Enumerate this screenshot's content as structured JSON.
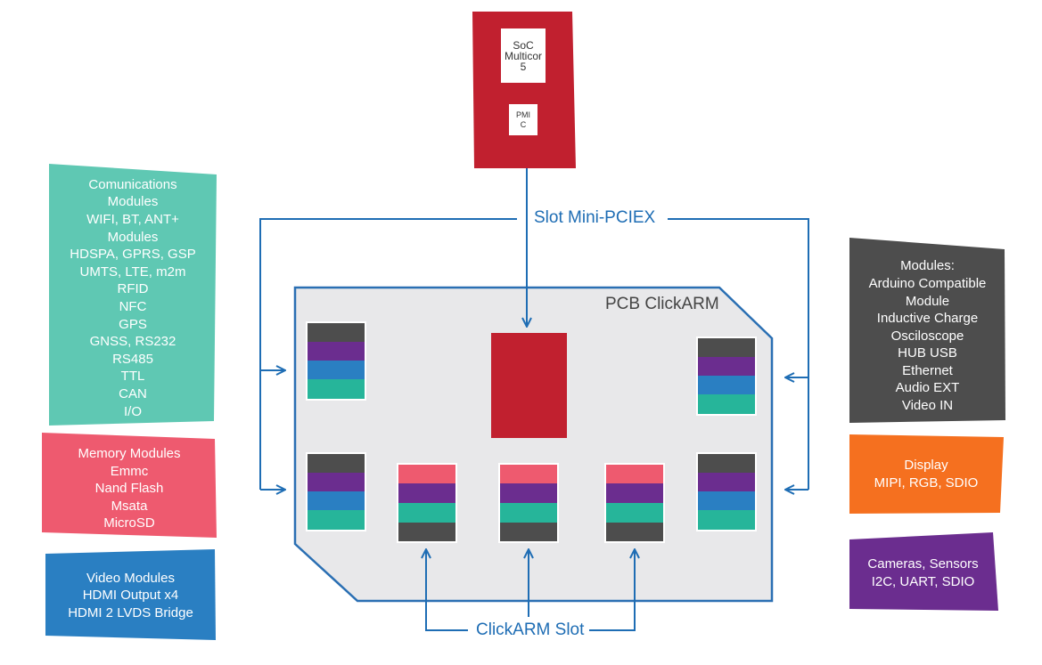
{
  "soc": {
    "line1": "SoC",
    "line2": "Multicor",
    "line3": "5",
    "pmic1": "PMI",
    "pmic2": "C"
  },
  "slot_mini_pciex": "Slot Mini-PCIEX",
  "pcb_label": "PCB ClickARM",
  "clickarm_slot": "ClickARM Slot",
  "left_panels": {
    "communications": [
      "Comunications",
      "Modules",
      "WIFI, BT, ANT+",
      "Modules",
      "HDSPA, GPRS, GSP",
      "UMTS, LTE, m2m",
      "RFID",
      "NFC",
      "GPS",
      "GNSS, RS232",
      "RS485",
      "TTL",
      "CAN",
      "I/O"
    ],
    "memory": [
      "Memory Modules",
      "Emmc",
      "Nand Flash",
      "Msata",
      "MicroSD"
    ],
    "video": [
      "Video Modules",
      "HDMI Output x4",
      "HDMI 2 LVDS Bridge"
    ]
  },
  "right_panels": {
    "modules": [
      "Modules:",
      "Arduino Compatible",
      "Module",
      "Inductive Charge",
      "Osciloscope",
      "HUB USB",
      "Ethernet",
      "Audio EXT",
      "Video IN"
    ],
    "display": [
      "Display",
      "MIPI, RGB, SDIO"
    ],
    "cameras": [
      "Cameras, Sensors",
      "I2C, UART, SDIO"
    ]
  },
  "colors": {
    "teal": "#5fc8b3",
    "pink": "#ee5a6f",
    "blue": "#2a7fc2",
    "dark_gray": "#4d4d4d",
    "orange": "#f5701f",
    "purple": "#6b2d8f",
    "soc_red": "#c1202f",
    "pcb_fill": "#e8e8ea",
    "line_blue": "#1e6db4"
  }
}
